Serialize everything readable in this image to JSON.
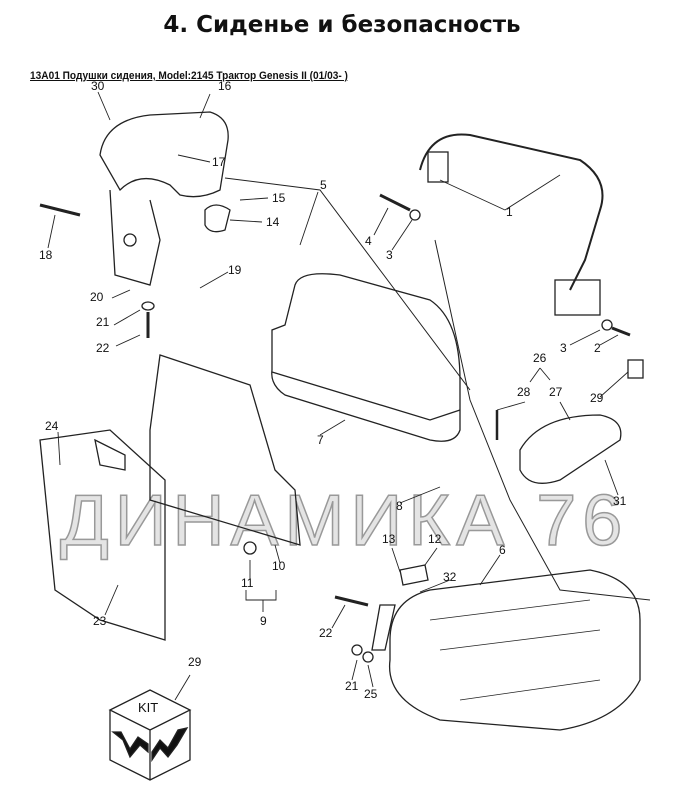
{
  "header": {
    "title": "4. Сиденье и безопасность",
    "subtitle": "13A01 Подушки сидения, Model:2145 Трактор Genesis II (01/03- )"
  },
  "watermark": "ДИНАМИКА 76",
  "kit_label": "KIT",
  "callouts": [
    "30",
    "16",
    "17",
    "18",
    "15",
    "5",
    "14",
    "4",
    "3",
    "1",
    "19",
    "20",
    "21",
    "22",
    "3",
    "2",
    "26",
    "28",
    "27",
    "29",
    "24",
    "7",
    "31",
    "8",
    "13",
    "12",
    "6",
    "11",
    "10",
    "32",
    "22",
    "23",
    "9",
    "21",
    "25",
    "29"
  ]
}
